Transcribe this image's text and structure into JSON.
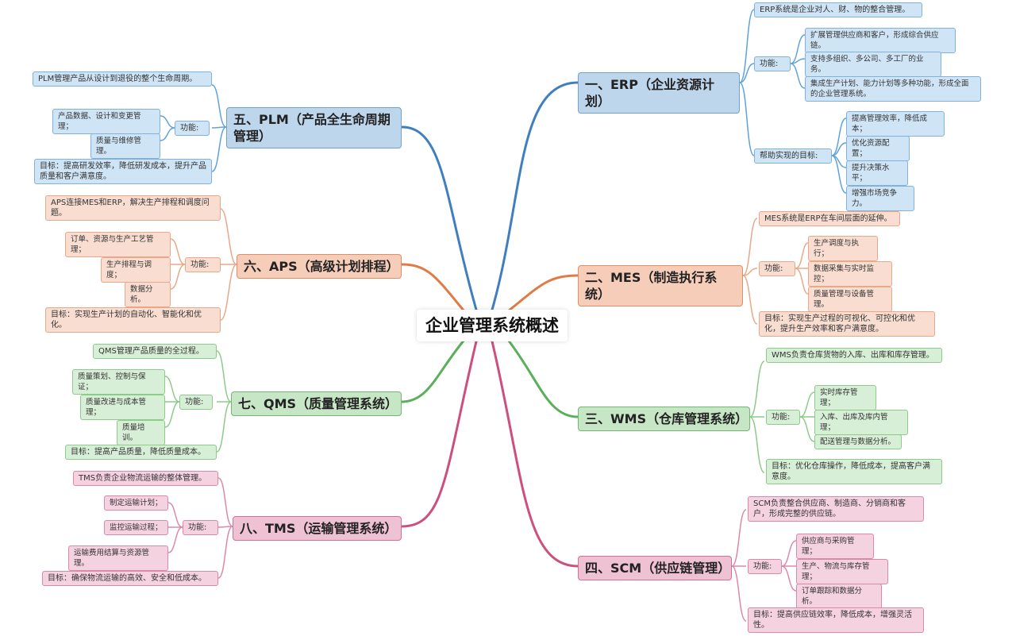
{
  "center": "企业管理系统概述",
  "func_label": "功能:",
  "colors": {
    "blue": "#3f7fbf",
    "orange": "#e07b45",
    "green": "#5aaf5a",
    "pink": "#cc4f7f"
  },
  "erp": {
    "title": "一、ERP（企业资源计划）",
    "desc": "ERP系统是企业对人、财、物的整合管理。",
    "functions": [
      "扩展管理供应商和客户，形成综合供应链。",
      "支持多组织、多公司、多工厂的业务。",
      "集成生产计划、能力计划等多种功能，形成全面的企业管理系统。"
    ],
    "goal_label": "帮助实现的目标:",
    "goals": [
      "提高管理效率，降低成本；",
      "优化资源配置；",
      "提升决策水平；",
      "增强市场竞争力。"
    ]
  },
  "mes": {
    "title": "二、MES（制造执行系统）",
    "desc": "MES系统是ERP在车间层面的延伸。",
    "functions": [
      "生产调度与执行；",
      "数据采集与实时监控；",
      "质量管理与设备管理。"
    ],
    "goal": "目标：实现生产过程的可视化、可控化和优化，提升生产效率和客户满意度。"
  },
  "wms": {
    "title": "三、WMS（仓库管理系统）",
    "desc": "WMS负责仓库货物的入库、出库和库存管理。",
    "functions": [
      "实时库存管理；",
      "入库、出库及库内管理；",
      "配送管理与数据分析。"
    ],
    "goal": "目标：优化仓库操作，降低成本，提高客户满意度。"
  },
  "scm": {
    "title": "四、SCM（供应链管理）",
    "desc": "SCM负责整合供应商、制造商、分销商和客户，形成完整的供应链。",
    "functions": [
      "供应商与采购管理；",
      "生产、物流与库存管理；",
      "订单跟踪和数据分析。"
    ],
    "goal": "目标：提高供应链效率，降低成本，增强灵活性。"
  },
  "plm": {
    "title": "五、PLM（产品全生命周期管理）",
    "desc": "PLM管理产品从设计到退役的整个生命周期。",
    "functions": [
      "产品数据、设计和变更管理；",
      "质量与维修管理。"
    ],
    "goal": "目标：提高研发效率，降低研发成本，提升产品质量和客户满意度。"
  },
  "aps": {
    "title": "六、APS（高级计划排程）",
    "desc": "APS连接MES和ERP，解决生产排程和调度问题。",
    "functions": [
      "订单、资源与生产工艺管理；",
      "生产排程与调度；",
      "数据分析。"
    ],
    "goal": "目标：实现生产计划的自动化、智能化和优化。"
  },
  "qms": {
    "title": "七、QMS（质量管理系统）",
    "desc": "QMS管理产品质量的全过程。",
    "functions": [
      "质量策划、控制与保证；",
      "质量改进与成本管理；",
      "质量培训。"
    ],
    "goal": "目标：提高产品质量，降低质量成本。"
  },
  "tms": {
    "title": "八、TMS（运输管理系统）",
    "desc": "TMS负责企业物流运输的整体管理。",
    "functions": [
      "制定运输计划；",
      "监控运输过程；",
      "运输费用结算与资源管理。"
    ],
    "goal": "目标：确保物流运输的高效、安全和低成本。"
  }
}
